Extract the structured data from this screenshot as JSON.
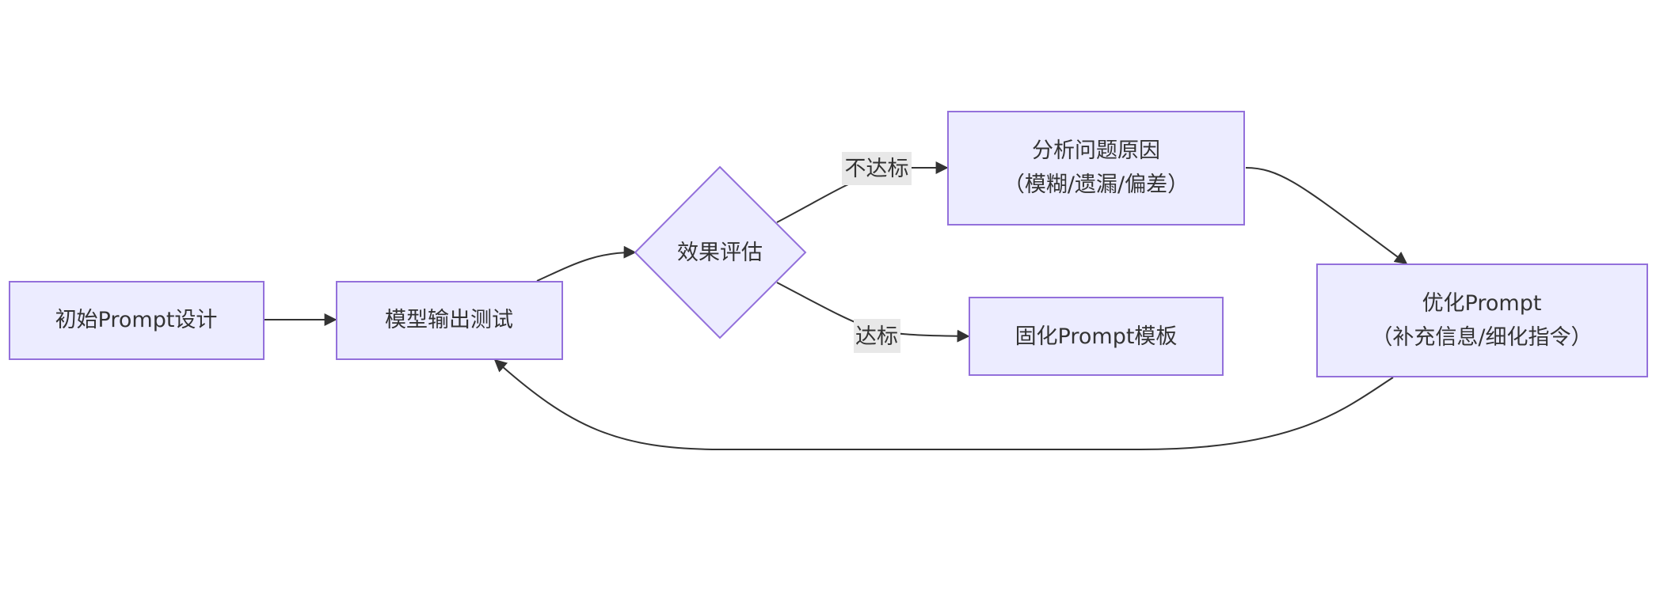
{
  "colors": {
    "node_fill": "#ECECFF",
    "node_stroke": "#9370DB",
    "edge": "#333333",
    "label_bg": "#e8e8e8",
    "text": "#333333"
  },
  "nodes": {
    "start": {
      "line1": "初始Prompt设计"
    },
    "test": {
      "line1": "模型输出测试"
    },
    "eval": {
      "line1": "效果评估"
    },
    "analyze": {
      "line1": "分析问题原因",
      "line2": "（模糊/遗漏/偏差）"
    },
    "fix": {
      "line1": "固化Prompt模板"
    },
    "optimize": {
      "line1": "优化Prompt",
      "line2": "（补充信息/细化指令）"
    }
  },
  "edges": {
    "fail_label": "不达标",
    "pass_label": "达标"
  }
}
